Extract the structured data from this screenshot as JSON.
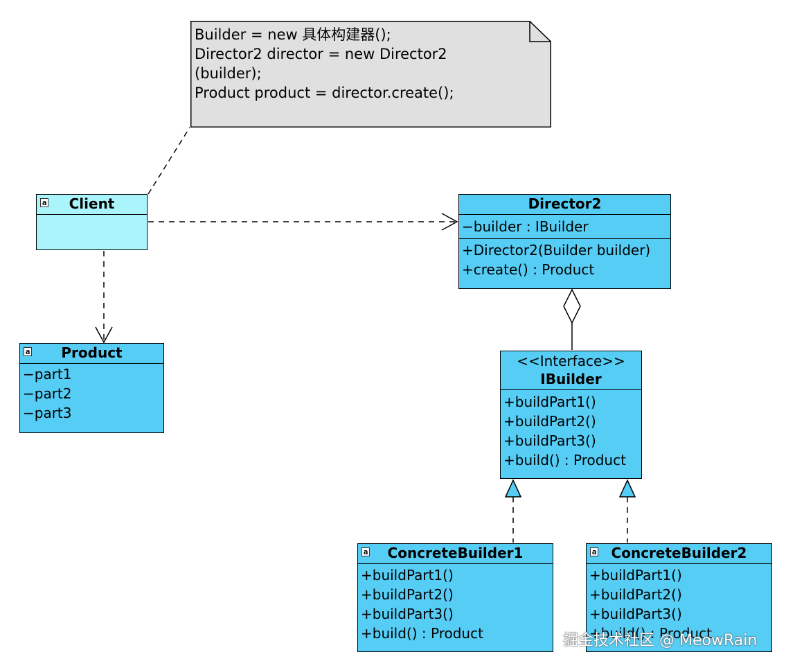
{
  "note": {
    "lines": [
      "Builder = new 具体构建器();",
      "Director2 director = new Director2",
      "(builder);",
      "Product product = director.create();"
    ]
  },
  "classes": {
    "client": {
      "name": "Client",
      "icon": "a",
      "attributes": [],
      "operations": []
    },
    "product": {
      "name": "Product",
      "icon": "a",
      "attributes": [
        "−part1",
        "−part2",
        "−part3"
      ]
    },
    "director2": {
      "name": "Director2",
      "attributes": [
        "−builder : IBuilder"
      ],
      "operations": [
        "+Director2(Builder builder)",
        "+create() : Product"
      ]
    },
    "ibuilder": {
      "stereotype": "<<Interface>>",
      "name": "IBuilder",
      "operations": [
        "+buildPart1()",
        "+buildPart2()",
        "+buildPart3()",
        "+build() : Product"
      ]
    },
    "concrete_builder1": {
      "name": "ConcreteBuilder1",
      "icon": "a",
      "operations": [
        "+buildPart1()",
        "+buildPart2()",
        "+buildPart3()",
        "+build() : Product"
      ]
    },
    "concrete_builder2": {
      "name": "ConcreteBuilder2",
      "icon": "a",
      "operations": [
        "+buildPart1()",
        "+buildPart2()",
        "+buildPart3()",
        "+build() : Product"
      ]
    }
  },
  "relationships": [
    {
      "type": "note-link",
      "from": "Client",
      "to": "note"
    },
    {
      "type": "dependency",
      "from": "Client",
      "to": "Director2"
    },
    {
      "type": "dependency",
      "from": "Client",
      "to": "Product"
    },
    {
      "type": "aggregation",
      "whole": "Director2",
      "part": "IBuilder"
    },
    {
      "type": "realization",
      "from": "ConcreteBuilder1",
      "to": "IBuilder"
    },
    {
      "type": "realization",
      "from": "ConcreteBuilder2",
      "to": "IBuilder"
    }
  ],
  "colors": {
    "class_fill": "#55cdf5",
    "client_fill": "#aaf4fb",
    "note_fill": "#e0e0e0",
    "line": "#000000"
  },
  "watermark": "掘金技术社区 @ MeowRain"
}
